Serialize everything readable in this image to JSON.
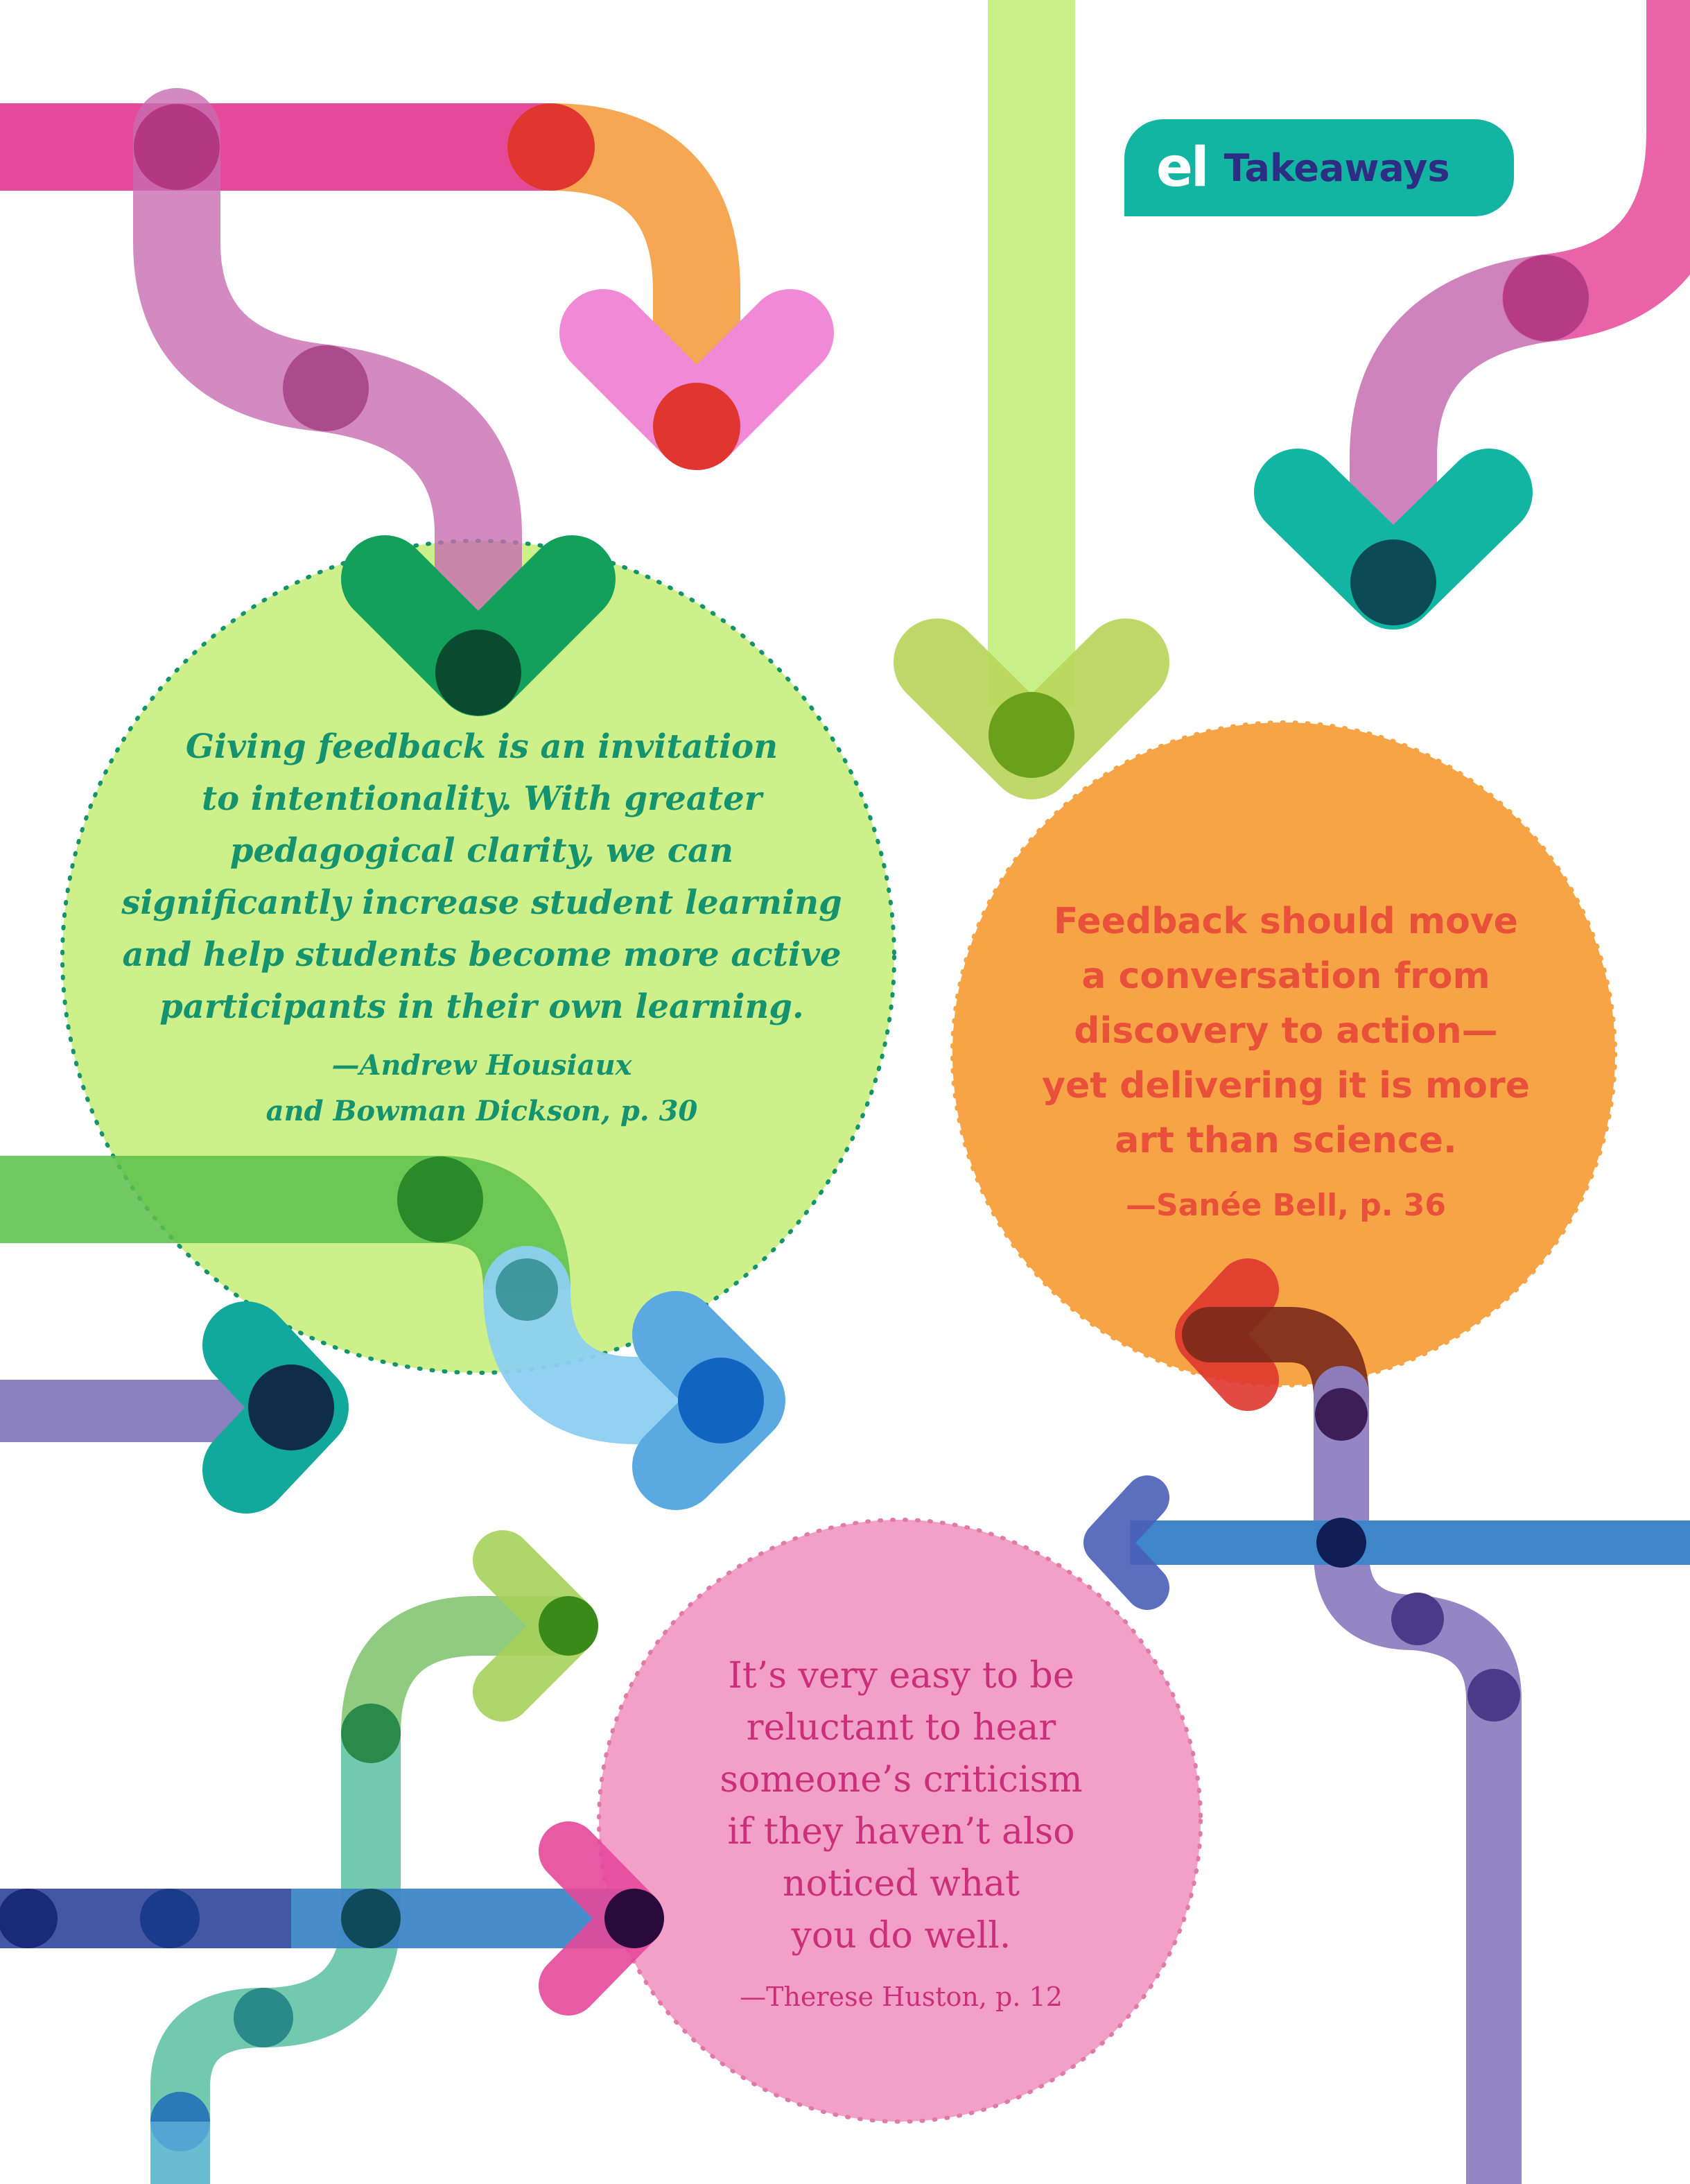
{
  "header": {
    "logo_text": "el",
    "badge_label": "Takeaways"
  },
  "quotes": [
    {
      "lines": [
        "Giving feedback is an invitation",
        "to intentionality. With greater",
        "pedagogical clarity, we can",
        "significantly increase student learning",
        "and help students become more active",
        "participants in their own learning."
      ],
      "attribution_lines": [
        "—Andrew Housiaux",
        "and Bowman Dickson, p. 30"
      ]
    },
    {
      "lines": [
        "Feedback should move",
        "a conversation from",
        "discovery to action—",
        "yet delivering it is more",
        "art than science."
      ],
      "attribution_lines": [
        "—Sanée Bell, p. 36"
      ]
    },
    {
      "lines": [
        "It’s very easy to be",
        "reluctant to hear",
        "someone’s criticism",
        "if they haven’t also",
        "noticed what",
        "you do well."
      ],
      "attribution_lines": [
        "—Therese Huston, p. 12"
      ]
    }
  ],
  "colors": {
    "badge_bg": "#12b5a2",
    "badge_text": "#2d2e83",
    "quote1_circle": "#cdf08a",
    "quote1_text": "#14936e",
    "quote2_circle": "#f6a445",
    "quote2_text": "#e8503a",
    "quote3_circle": "#f2a0c8",
    "quote3_text": "#cc2f7a"
  }
}
